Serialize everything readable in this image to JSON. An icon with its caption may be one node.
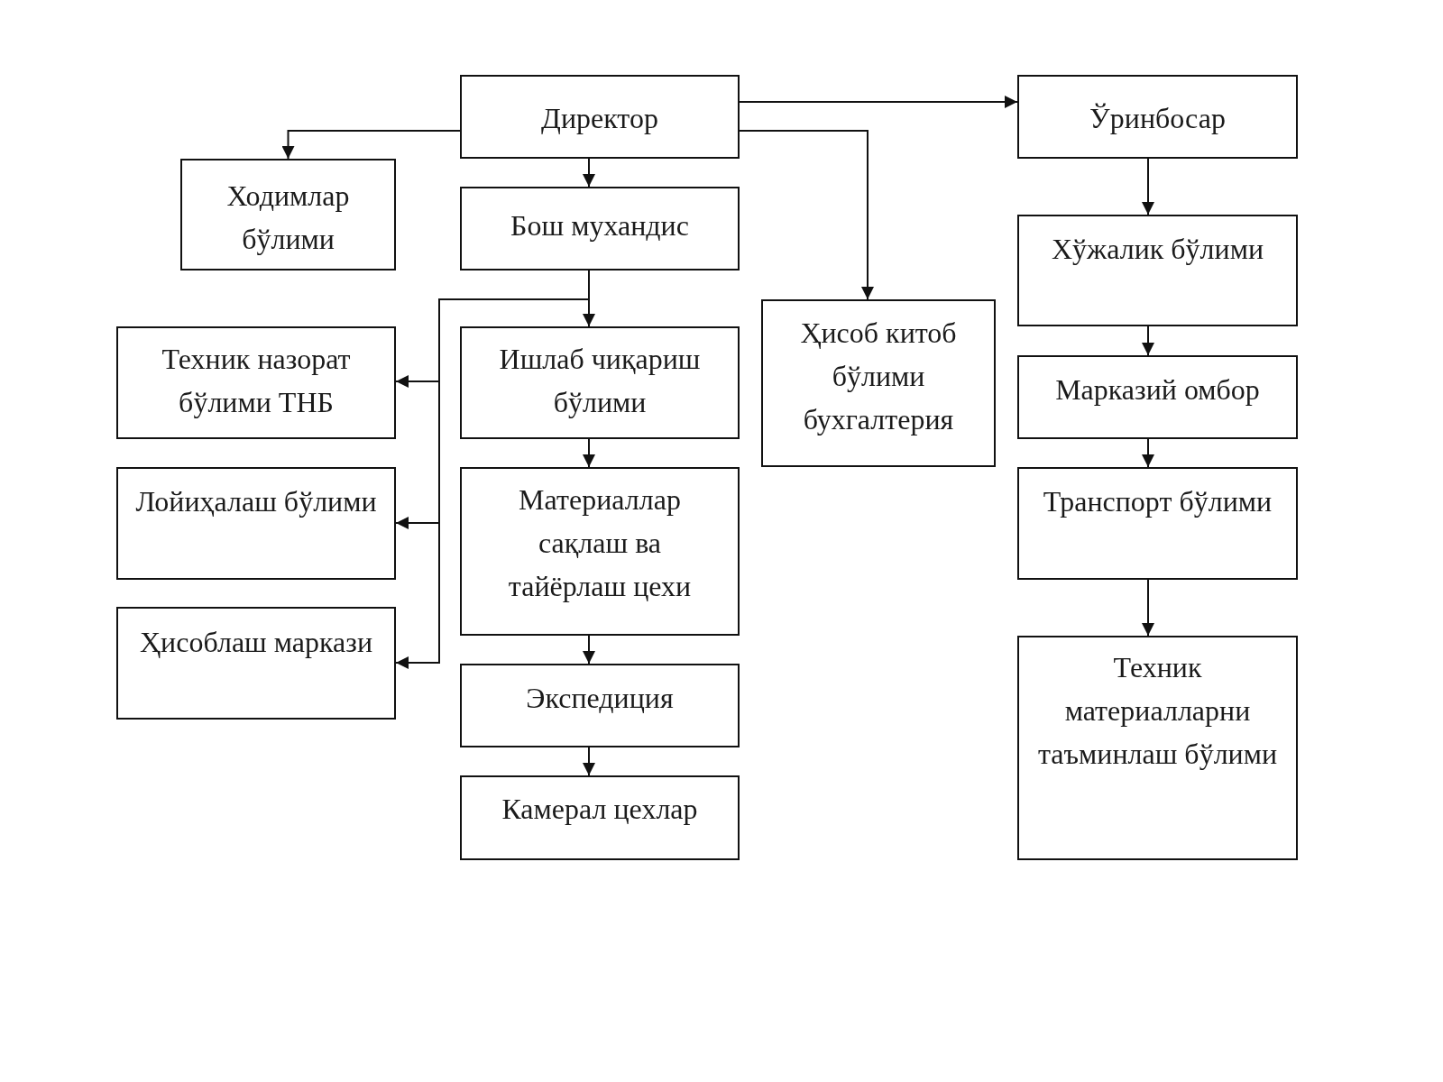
{
  "diagram": {
    "nodes": [
      {
        "text": [
          "Директор"
        ]
      },
      {
        "text": [
          "Ўринбосар"
        ]
      },
      {
        "text": [
          "Ходимлар бўлими"
        ]
      },
      {
        "text": [
          "Бош мухандис"
        ]
      },
      {
        "text": [
          "Хўжалик бўлими"
        ]
      },
      {
        "text": [
          "Ҳисоб китоб бўлими бухгалтерия"
        ]
      },
      {
        "text": [
          "Техник назорат бўлими ТНБ"
        ]
      },
      {
        "text": [
          "Ишлаб чиқариш бўлими"
        ]
      },
      {
        "text": [
          "Марказий омбор"
        ]
      },
      {
        "text": [
          "Лойиҳалаш бўлими"
        ]
      },
      {
        "text": [
          "Материаллар сақлаш ва тайёрлаш цехи"
        ]
      },
      {
        "text": [
          "Транспорт бўлими"
        ]
      },
      {
        "text": [
          "Ҳисоблаш маркази"
        ]
      },
      {
        "text": [
          "Экспедиция"
        ]
      },
      {
        "text": [
          "Техник материалларни таъминлаш бўлими"
        ]
      },
      {
        "text": [
          "Камерал цехлар"
        ]
      }
    ],
    "edges": [
      {
        "from": 0,
        "to": 2,
        "arrow": "to"
      },
      {
        "from": 0,
        "to": 3,
        "arrow": "to"
      },
      {
        "from": 0,
        "to": 1,
        "arrow": "to"
      },
      {
        "from": 0,
        "to": 5,
        "arrow": "to"
      },
      {
        "from": 3,
        "to": 7,
        "arrow": "to"
      },
      {
        "from": 3,
        "to": 6,
        "arrow": "to"
      },
      {
        "from": 3,
        "to": 9,
        "arrow": "to"
      },
      {
        "from": 3,
        "to": 12,
        "arrow": "to"
      },
      {
        "from": 7,
        "to": 10,
        "arrow": "to"
      },
      {
        "from": 10,
        "to": 13,
        "arrow": "to"
      },
      {
        "from": 13,
        "to": 15,
        "arrow": "to"
      },
      {
        "from": 1,
        "to": 4,
        "arrow": "to"
      },
      {
        "from": 4,
        "to": 8,
        "arrow": "to"
      },
      {
        "from": 8,
        "to": 11,
        "arrow": "to"
      },
      {
        "from": 11,
        "to": 14,
        "arrow": "to"
      }
    ]
  }
}
